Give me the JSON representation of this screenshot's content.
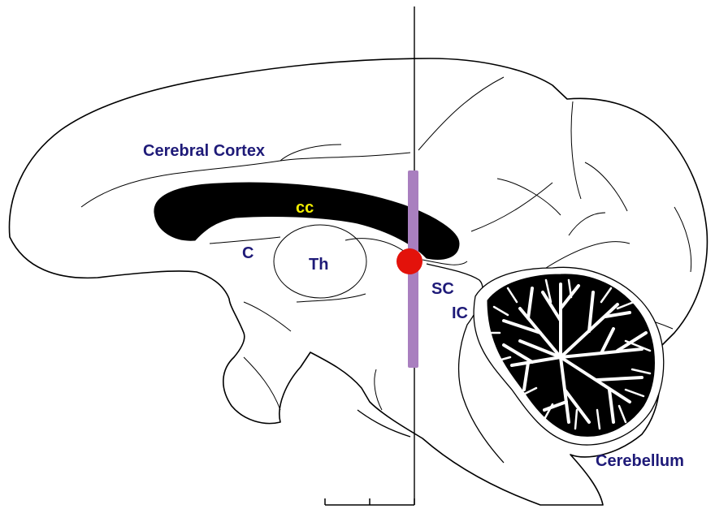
{
  "labels": {
    "cerebral_cortex": "Cerebral Cortex",
    "corpus_callosum": "cc",
    "caudate": "C",
    "thalamus": "Th",
    "superior_colliculus": "SC",
    "inferior_colliculus": "IC",
    "cerebellum": "Cerebellum"
  },
  "colors": {
    "label_text": "#1e1a78",
    "corpus_callosum_label": "#f2ee00",
    "probe": "#a97fbf",
    "target_marker": "#e3120b",
    "outline": "#000000",
    "fill": "#000000"
  },
  "icons": {
    "target": "red-dot",
    "probe": "purple-electrode-bar",
    "scale": "scale-bar"
  }
}
